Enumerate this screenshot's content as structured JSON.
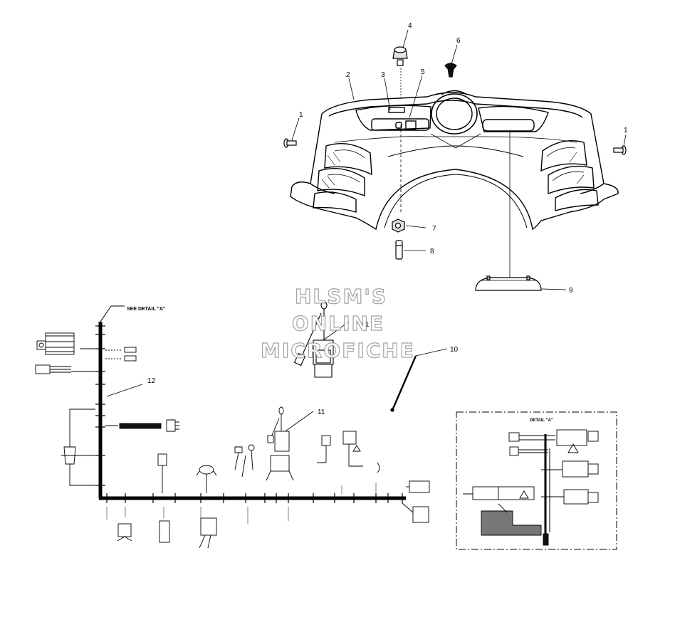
{
  "watermark": {
    "line1": "HLSM'S",
    "line2": "ONLINE",
    "line3": "MICROFICHE",
    "color": "#9a9a9a"
  },
  "callouts": {
    "c1a": "1",
    "c1b": "1",
    "c2": "2",
    "c3": "3",
    "c4": "4",
    "c5": "5",
    "c6": "6",
    "c7": "7",
    "c8": "8",
    "c9": "9",
    "c10": "10",
    "c11a": "11",
    "c11b": "11",
    "c12": "12"
  },
  "labels": {
    "see_detail": "SEE DETAIL \"A\"",
    "detail_title": "DETAIL \"A\""
  }
}
